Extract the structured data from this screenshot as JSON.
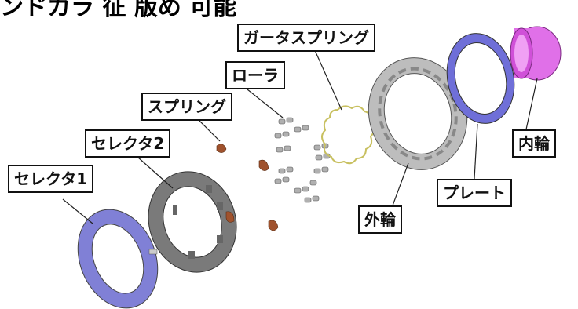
{
  "labels": {
    "selector1": "セレクタ1",
    "selector2": "セレクタ2",
    "spring": "スプリング",
    "roller": "ローラ",
    "garter_spring": "ガータスプリング",
    "outer_ring": "外輪",
    "plate": "プレート",
    "inner_ring": "内輪"
  },
  "colors": {
    "selector1_fill": "#8080d6",
    "selector2_fill": "#7a7a7a",
    "spring_fill": "#a0522d",
    "outer_ring_fill": "#bdbdbd",
    "plate_fill": "#6f6fd8",
    "inner_ring_fill": "#e070e8",
    "garter_spring_stroke": "#c8c060",
    "roller_fill": "#b0b0b0"
  }
}
